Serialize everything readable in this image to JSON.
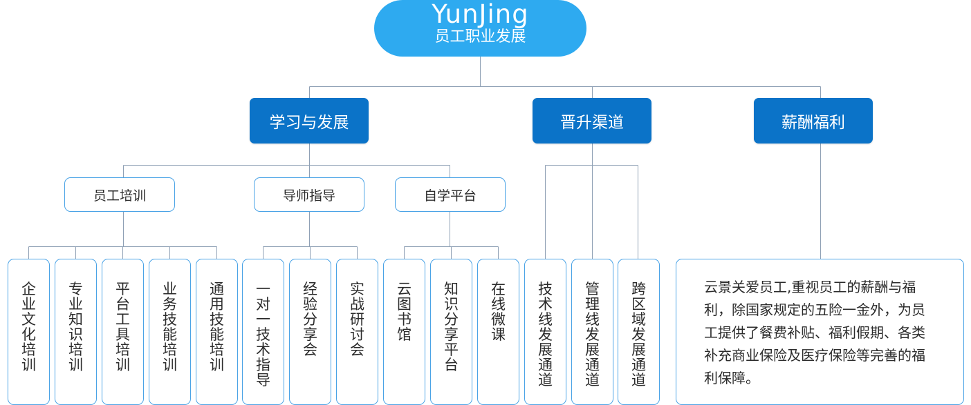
{
  "root": {
    "title": "YunJing",
    "subtitle": "员工职业发展"
  },
  "sections": [
    {
      "label": "学习与发展",
      "groups": [
        {
          "label": "员工培训",
          "items": [
            "企业文化培训",
            "专业知识培训",
            "平台工具培训",
            "业务技能培训",
            "通用技能培训"
          ]
        },
        {
          "label": "导师指导",
          "items": [
            "一对一技术指导",
            "经验分享会",
            "实战研讨会"
          ]
        },
        {
          "label": "自学平台",
          "items": [
            "云图书馆",
            "知识分享平台",
            "在线微课"
          ]
        }
      ]
    },
    {
      "label": "晋升渠道",
      "items": [
        "技术线发展通道",
        "管理线发展通道",
        "跨区域发展通道"
      ]
    },
    {
      "label": "薪酬福利",
      "description": "云景关爱员工,重视员工的薪酬与福利，除国家规定的五险一金外，为员工提供了餐费补贴、福利假期、各类补充商业保险及医疗保险等完善的福利保障。"
    }
  ],
  "colors": {
    "root_fill": "#2eaaf0",
    "section_fill": "#0b73c8",
    "box_border": "#4aa3e6",
    "connector": "#8fa0b5"
  }
}
